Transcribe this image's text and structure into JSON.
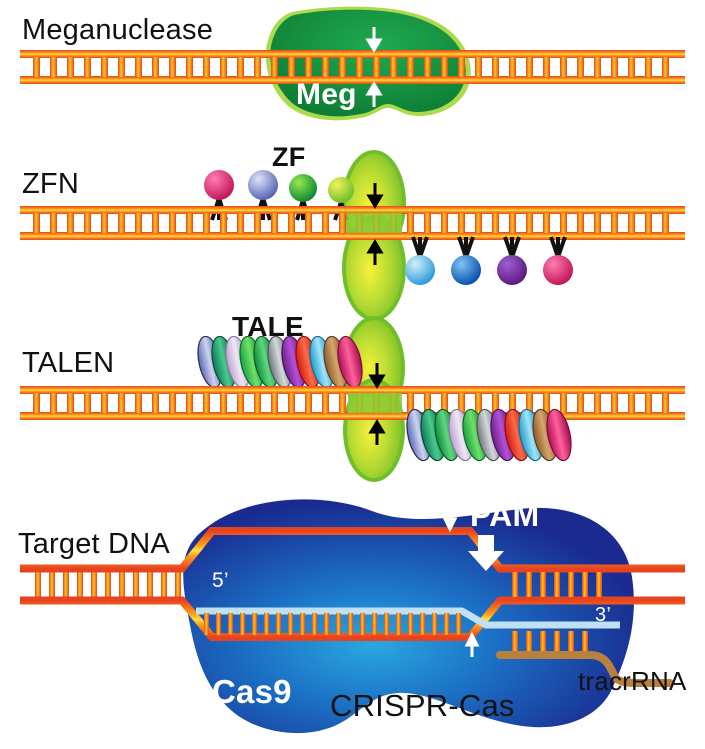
{
  "figure": {
    "title_hidden": "",
    "panels": [
      {
        "id": "meganuclease",
        "label": "Meganuclease",
        "protein_label": "Meg",
        "protein_color": "#0f8a3c",
        "protein_edge_color": "#8cc63f",
        "cut_arrows": [
          "down",
          "up"
        ],
        "arrow_color": "#ffffff"
      },
      {
        "id": "zfn",
        "label": "ZFN",
        "domain_label": "ZF",
        "nuclease_color": "#a6d93a",
        "nuclease_highlight": "#f2ef2a",
        "arrow_color": "#000000",
        "zf_top_colors": [
          "#d9246b",
          "#7c86c8",
          "#1e9b3c",
          "#9ad13a"
        ],
        "zf_bottom_colors": [
          "#58b7e8",
          "#1f6fc4",
          "#7b2aa8",
          "#d9246b"
        ]
      },
      {
        "id": "talen",
        "label": "TALEN",
        "domain_label": "TALE",
        "nuclease_color": "#a6d93a",
        "nuclease_highlight": "#f2ef2a",
        "arrow_color": "#000000",
        "tale_colors": [
          "#7c86c8",
          "#1e9b6a",
          "#23a05a",
          "#d6c2e0",
          "#2fb14a",
          "#9aa0a6",
          "#8d2fa8",
          "#ee2b1f",
          "#3ec3e8",
          "#b5804a",
          "#d9246b"
        ]
      },
      {
        "id": "crispr",
        "label": "CRISPR-Cas",
        "dna_label": "Target DNA",
        "protein_label": "Cas9",
        "pam_label": "PAM",
        "tracr_label": "tracrRNA",
        "five_prime": "5’",
        "three_prime": "3’",
        "protein_color_dark": "#1b2f9c",
        "protein_color_light": "#1e9fd6",
        "rna_color": "#a8d8f0",
        "tracr_color": "#b9813f",
        "arrow_color": "#ffffff"
      }
    ],
    "dna": {
      "backbone_outer": "#e8431f",
      "backbone_inner": "#ffd200",
      "rung_color": "#e8431f",
      "rung_inner": "#ffd200"
    }
  }
}
